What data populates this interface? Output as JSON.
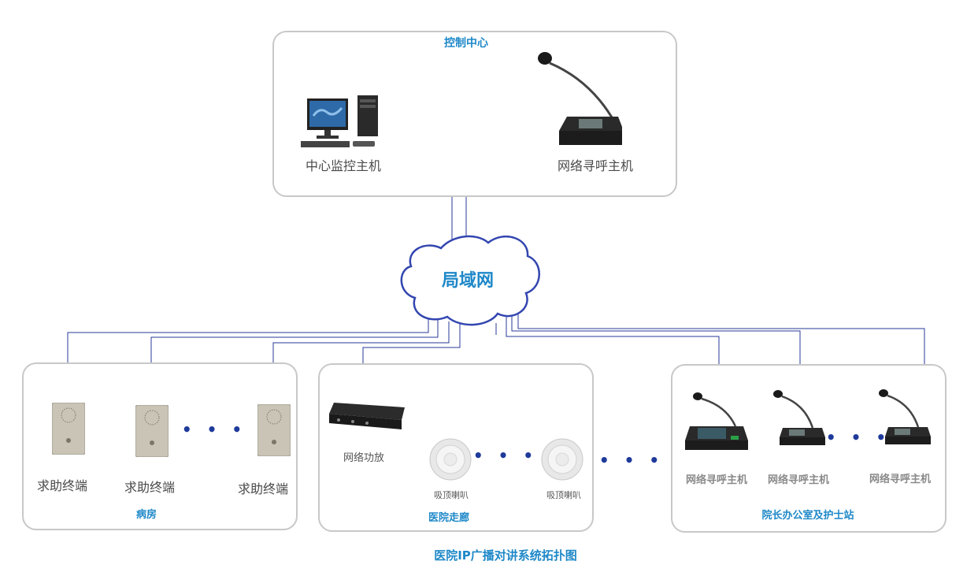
{
  "control_center": {
    "title": "控制中心",
    "monitor_label": "中心监控主机",
    "paging_label": "网络寻呼主机"
  },
  "network": {
    "label": "局域网"
  },
  "ward": {
    "title": "病房",
    "terminals": [
      "求助终端",
      "求助终端",
      "求助终端"
    ]
  },
  "corridor": {
    "title": "医院走廊",
    "amplifier_label": "网络功放",
    "speakers": [
      "吸顶喇叭",
      "吸顶喇叭"
    ]
  },
  "office": {
    "title": "院长办公室及护士站",
    "hosts": [
      "网络寻呼主机",
      "网络寻呼主机",
      "网络寻呼主机"
    ]
  },
  "ellipsis": "• • •",
  "footer_title": "医院IP广播对讲系统拓扑图",
  "colors": {
    "line": "#2a3a9a",
    "accent": "#1e88c8",
    "box_border": "#c8c8c8"
  }
}
